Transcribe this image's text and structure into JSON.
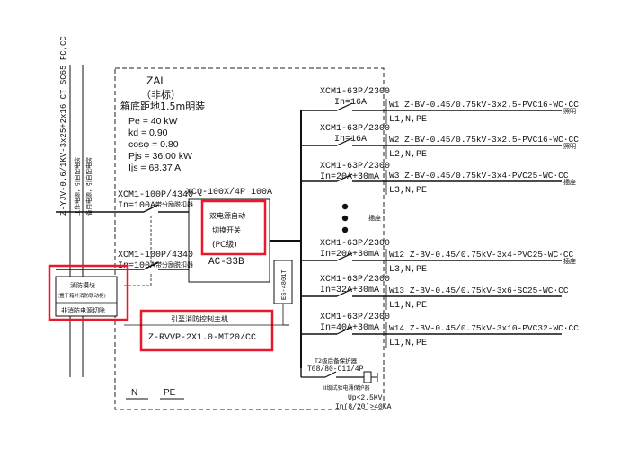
{
  "panel": {
    "name": "ZAL",
    "note": "（非标）",
    "mount": "箱底距地1.5m明装",
    "params": [
      "Pe = 40 kW",
      "kd = 0.90",
      "cosφ = 0.80",
      "Pjs = 36.00 kW",
      "Ijs = 68.37 A"
    ],
    "neutral_label": "N",
    "pe_label": "PE"
  },
  "incoming": {
    "cable": "Z-YJV-0.6/1KV-3x25+2x16 CT SC65 FC,CC",
    "note1": "工作电源，引自配电房",
    "note2": "备用电源，引自配电房",
    "breaker1_model": "XCM1-100P/4340",
    "breaker1_rating": "In=100A",
    "breaker1_note": "带分励脱扣器",
    "breaker2_model": "XCM1-100P/4340",
    "breaker2_rating": "In=100A",
    "breaker2_note": "带分励脱扣器"
  },
  "ats": {
    "model": "XCQ-100X/4P 100A",
    "label1": "双电源自动",
    "label2": "切换开关",
    "label3": "(PC级)",
    "subtype": "AC-33B"
  },
  "fire_module": {
    "title": "消防模块",
    "sub": "(置于箱外消防联动柜)",
    "action": "非消防电源切除"
  },
  "fire_control": {
    "label": "引至消防控制主机",
    "cable": "Z-RVVP-2X1.0-MT20/CC"
  },
  "mid_device": "ES-4801T",
  "circuits": [
    {
      "breaker": "XCM1-63P/2300",
      "rating": "In=16A",
      "id": "W1",
      "cable": "Z-BV-0.45/0.75kV-3x2.5-PVC16-WC·CC",
      "phase": "L1,N,PE",
      "use": "照明"
    },
    {
      "breaker": "XCM1-63P/2300",
      "rating": "In=16A",
      "id": "W2",
      "cable": "Z-BV-0.45/0.75kV-3x2.5-PVC16-WC·CC",
      "phase": "L2,N,PE",
      "use": "照明"
    },
    {
      "breaker": "XCM1-63P/2300",
      "rating": "In=20A+30mA",
      "id": "W3",
      "cable": "Z-BV-0.45/0.75kV-3x4-PVC25-WC·CC",
      "phase": "L3,N,PE",
      "use": "插座"
    },
    {
      "breaker": "XCM1-63P/2300",
      "rating": "In=20A+30mA",
      "id": "W12",
      "cable": "Z-BV-0.45/0.75kV-3x4-PVC25-WC·CC",
      "phase": "L3,N,PE",
      "use": "插座"
    },
    {
      "breaker": "XCM1-63P/2300",
      "rating": "In=32A+30mA",
      "id": "W13",
      "cable": "Z-BV-0.45/0.75kV-3x6-SC25-WC·CC",
      "phase": "L1,N,PE",
      "use": ""
    },
    {
      "breaker": "XCM1-63P/2300",
      "rating": "In=40A+30mA",
      "id": "W14",
      "cable": "Z-BV-0.45/0.75kV-3x10-PVC32-WC·CC",
      "phase": "L1,N,PE",
      "use": ""
    }
  ],
  "ellipsis_label": "插座",
  "spd": {
    "label": "T2级后备保护器",
    "breaker": "T08/80-C11/4P",
    "spd_label": "II级试验电涌保护器",
    "up": "Up<2.5KV",
    "in": "In(8/20)>40KA"
  },
  "highlight_color": "#e8192c"
}
